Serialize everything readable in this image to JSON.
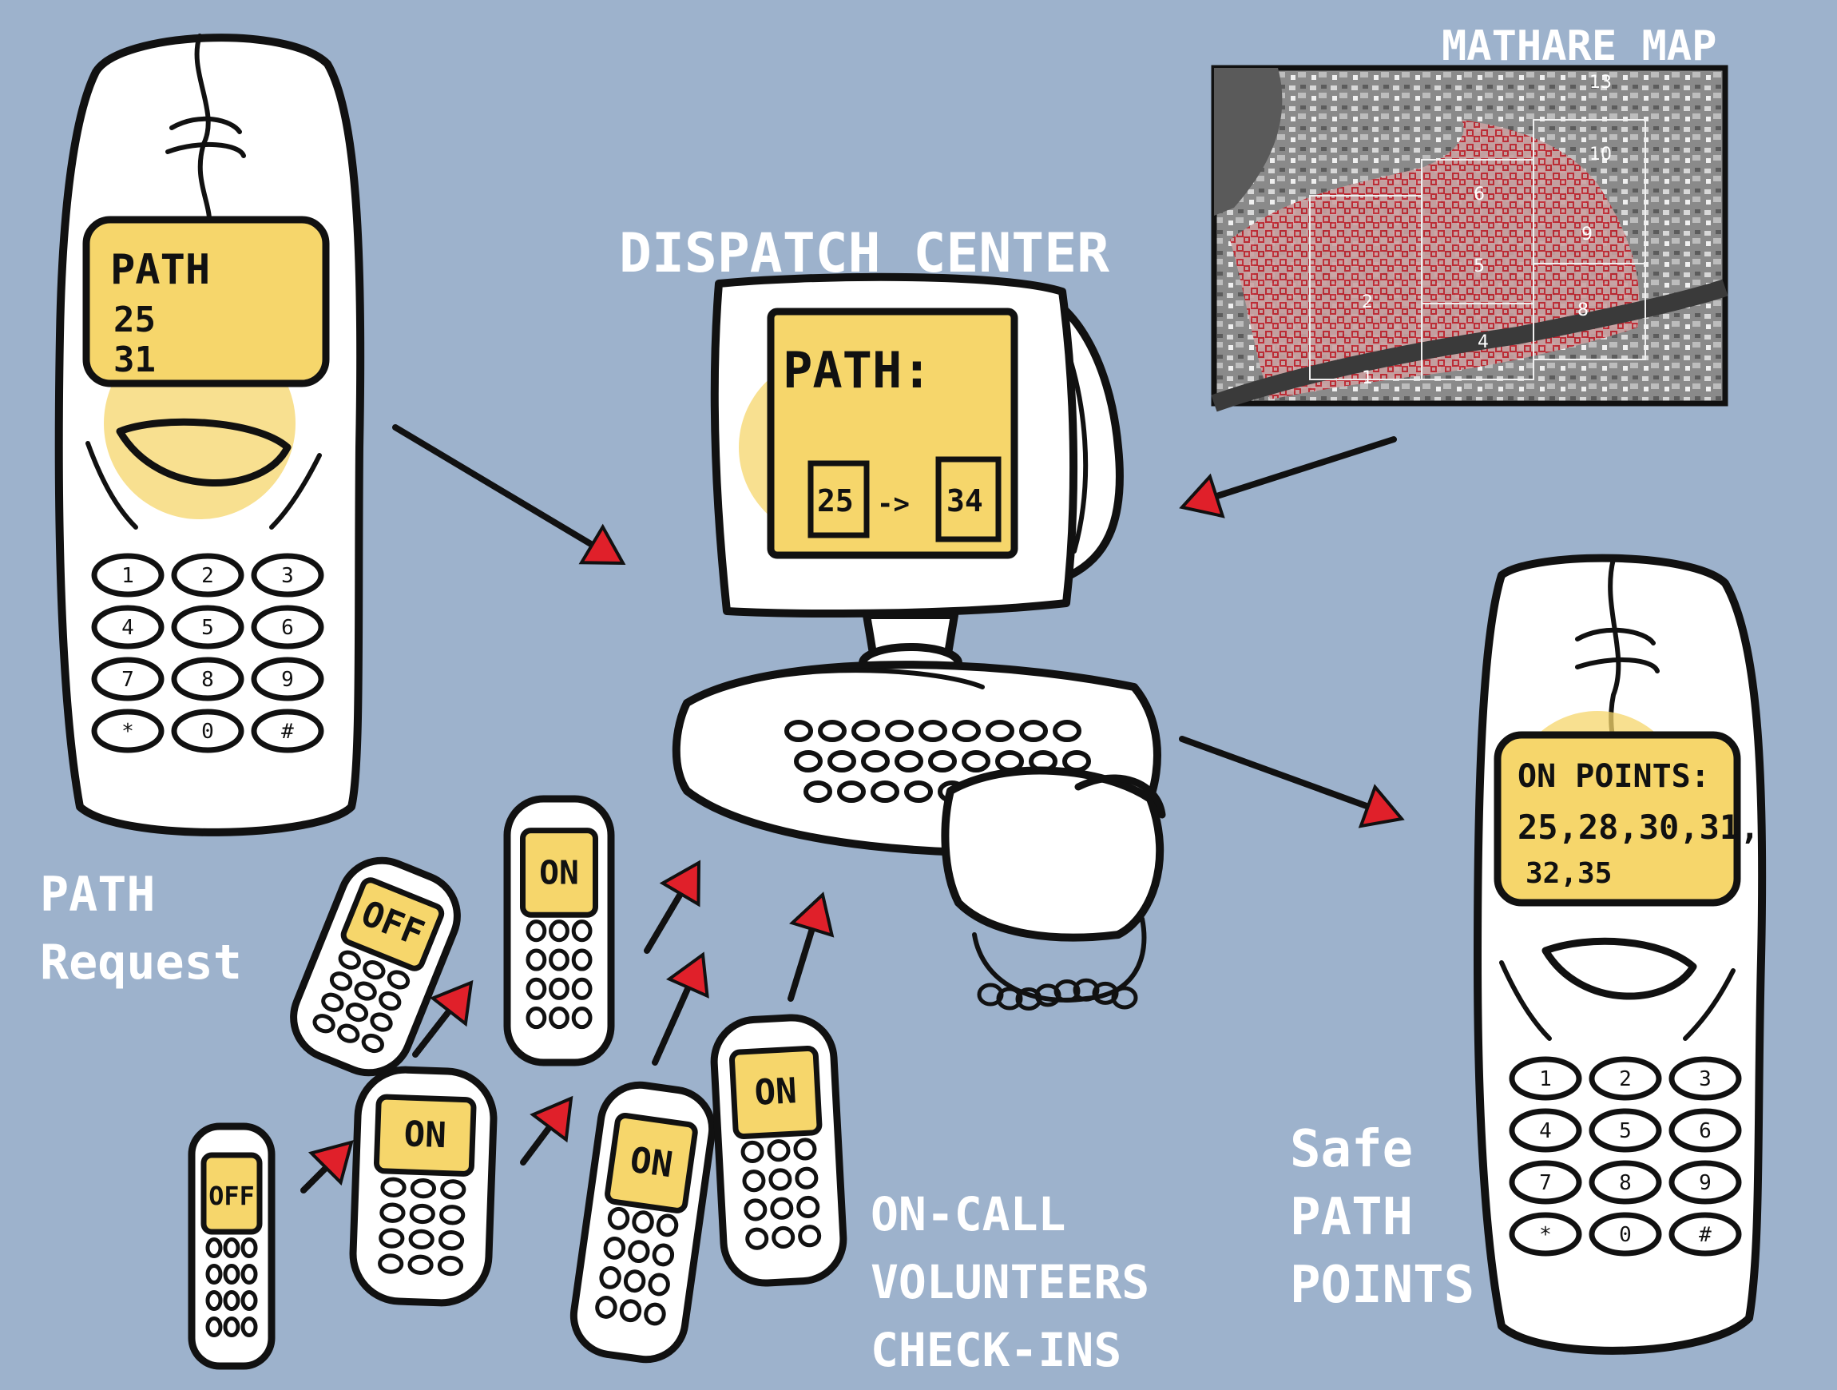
{
  "colors": {
    "background": "#9db2cc",
    "screen": "#f6d66b",
    "arrow": "#e0202a",
    "ink": "#111111"
  },
  "labels": {
    "path_request": [
      "PATH",
      "Request"
    ],
    "dispatch_center": "DISPATCH CENTER",
    "mathare_map": "MATHARE MAP",
    "on_call": [
      "ON-CALL",
      "VOLUNTEERS",
      "CHECK-INS"
    ],
    "safe_path": [
      "Safe",
      "PATH",
      "POINTS"
    ]
  },
  "left_phone": {
    "line1": "PATH",
    "line2": "25",
    "line3": "31"
  },
  "right_phone": {
    "line1": "ON POINTS:",
    "line2": "25,28,30,31,",
    "line3": "32,35"
  },
  "monitor": {
    "title": "PATH:",
    "from": "25",
    "arrow": "->",
    "to": "34"
  },
  "map": {
    "zones": [
      "1",
      "2",
      "4",
      "5",
      "6",
      "8",
      "9",
      "10",
      "13"
    ]
  },
  "keypad": [
    "1",
    "2",
    "3",
    "4",
    "5",
    "6",
    "7",
    "8",
    "9",
    "*",
    "0",
    "#"
  ],
  "volunteers": [
    {
      "status": "OFF"
    },
    {
      "status": "ON"
    },
    {
      "status": "OFF"
    },
    {
      "status": "ON"
    },
    {
      "status": "ON"
    },
    {
      "status": "ON"
    }
  ]
}
